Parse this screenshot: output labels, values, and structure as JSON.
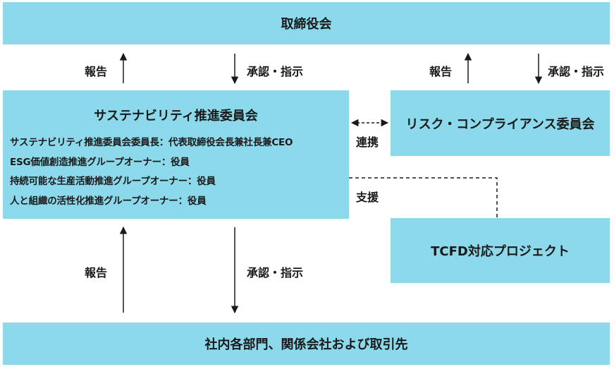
{
  "board": {
    "label": "取締役会"
  },
  "sustainability_committee": {
    "title": "サステナビリティ推進委員会",
    "members": [
      "サステナビリティ推進委員会委員長：代表取締役会長兼社長兼CEO",
      "ESG価値創造推進グループオーナー：役員",
      "持続可能な生産活動推進グループオーナー：役員",
      "人と組織の活性化推進グループオーナー：役員"
    ]
  },
  "risk_committee": {
    "label": "リスク・コンプライアンス委員会"
  },
  "tcfd_project": {
    "label": "TCFD対応プロジェクト"
  },
  "bottom": {
    "label": "社内各部門、関係会社および取引先"
  },
  "arrows": {
    "report_top_left": "報告",
    "approval_top_left": "承認・指示",
    "report_top_right": "報告",
    "approval_top_right": "承認・指示",
    "report_bottom": "報告",
    "approval_bottom": "承認・指示",
    "cooperation": "連携",
    "support": "支援"
  },
  "colors": {
    "box_fill": "#8dd9ec",
    "text": "#1a1a1a"
  }
}
